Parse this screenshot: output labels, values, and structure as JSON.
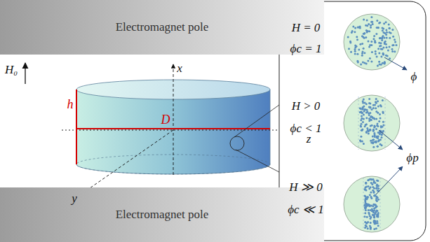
{
  "diagram": {
    "nodes": [
      {
        "text": [
          "Electromagnet pole"
        ]
      },
      {
        "text": [
          "Electromagnet pole"
        ]
      }
    ],
    "labels": [
      "H₀",
      "x",
      "y",
      "z",
      "h",
      "D",
      "H = 0",
      "ϕc = 1",
      "ϕ",
      "H > 0",
      "ϕc < 1",
      "ϕp",
      "H ≫ 0",
      "ϕc ≪ 1"
    ]
  }
}
